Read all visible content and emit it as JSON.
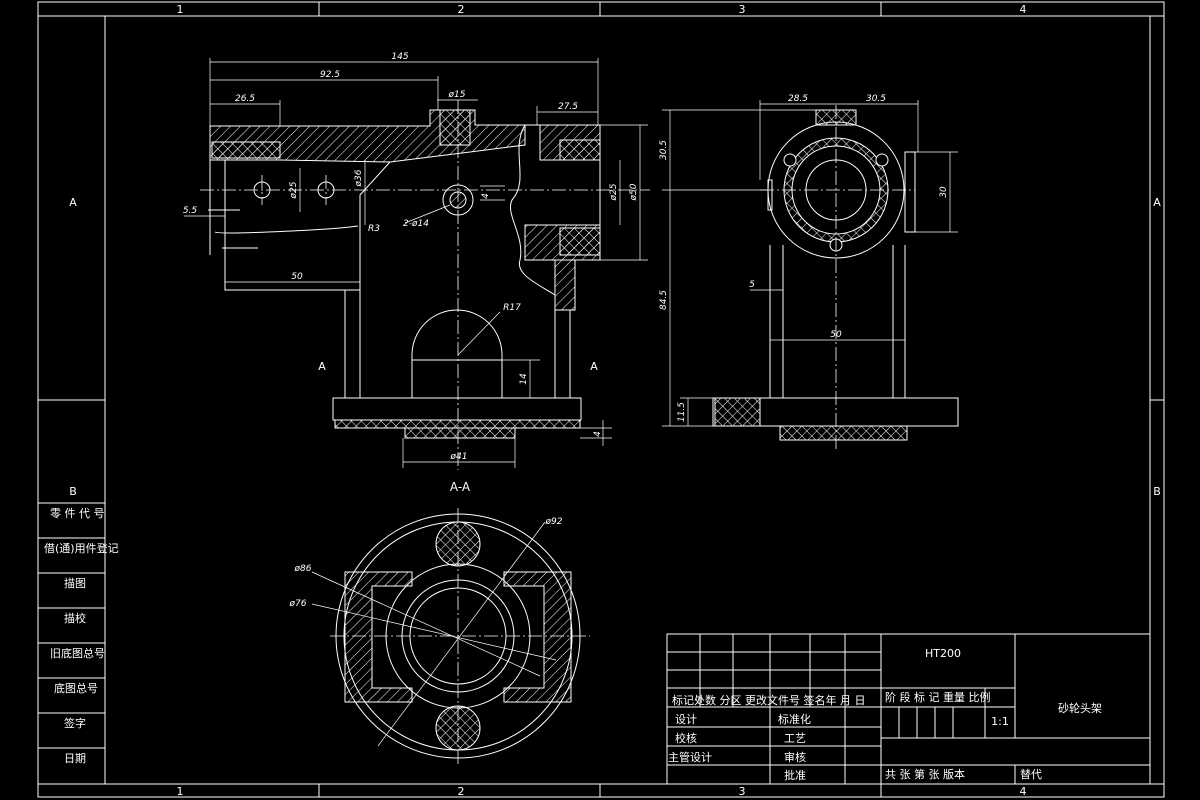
{
  "zones": {
    "top": [
      "1",
      "2",
      "3",
      "4"
    ],
    "bottom": [
      "1",
      "2",
      "3",
      "4"
    ],
    "left": [
      "A",
      "B"
    ],
    "right": [
      "A",
      "B"
    ]
  },
  "front_view": {
    "dims": {
      "d145": "145",
      "d92_5": "92.5",
      "d26_5": "26.5",
      "phi15": "ø15",
      "d27_5": "27.5",
      "phi25_left": "ø25",
      "phi36": "ø36",
      "d5_5": "5.5",
      "r3": "R3",
      "holes": "2-ø14",
      "d4_mid": "4",
      "phi25_right": "ø25",
      "phi50": "ø50",
      "d50": "50",
      "r17": "R17",
      "d14": "14",
      "d4_base": "4",
      "phi41": "ø41"
    },
    "section_marks": {
      "left": "A",
      "right": "A"
    }
  },
  "side_view": {
    "dims": {
      "d28_5": "28.5",
      "d30_5_top": "30.5",
      "d30_5_left": "30.5",
      "d30": "30",
      "d84_5": "84.5",
      "d5": "5",
      "d50": "50",
      "d11_5": "11.5"
    }
  },
  "section_view": {
    "title": "A-A",
    "dims": {
      "phi92": "ø92",
      "phi86": "ø86",
      "phi76": "ø76"
    }
  },
  "left_column": {
    "labels": [
      "零 件 代 号",
      "借(通)用件登记",
      "描图",
      "描校",
      "旧底图总号",
      "底图总号",
      "签字",
      "日期"
    ]
  },
  "title_block": {
    "material": "HT200",
    "part_name": "砂轮头架",
    "scale": "1:1",
    "revision_header": "标记处数  分区 更改文件号 签名年 月 日",
    "stage_header": "阶 段 标 记 重量 比例",
    "sheets": "共  张 第  张 版本",
    "replace": "替代",
    "rows": [
      {
        "left": "设计",
        "right": "标准化"
      },
      {
        "left": "校核",
        "right": "工艺"
      },
      {
        "left": "主管设计",
        "right": "审核"
      },
      {
        "left": "",
        "right": "批准"
      }
    ]
  },
  "colors": {
    "line": "#ffffff",
    "center": "#ffffff",
    "hatch": "#ffffff",
    "background": "#000000"
  }
}
